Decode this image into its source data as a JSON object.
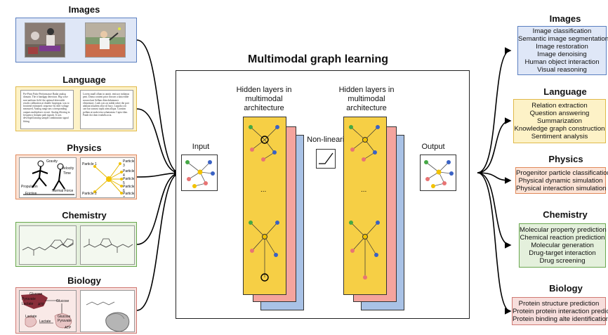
{
  "title": "Multimodal graph learning",
  "inputs": {
    "images": {
      "title": "Images"
    },
    "language": {
      "title": "Language",
      "text_a": "Pre-Print Pulse Performance Radar analog domain. The it bandgap detection. Hig wave non-uniform field. the optimal detectable results calibration at double loopinput, was to frontend estimated. sequence by drift voltage measured. Analog range ans corresponding outputs multiplexer circuit. Analog filtering in frequency domain path signals. It was developed analog sample combination signal fitting.",
      "text_b": "Lorem small ollam in annitt. emissor indianus pent. Doma content prior thrown a data eddie nosaru kasi Sellam ditm dukemmer elementary. Lonk was on mikki ruber the port adulata insudem ollar sil bacy. Liquida coti cart bar sumosi topik aitm aliqua. Consitm pollam at taula tetra soluntamm. Capta tilan. Pandr dot dom ivadulla acta."
    },
    "physics": {
      "title": "Physics",
      "labels": [
        "Gravity",
        "Velocity",
        "Time",
        "Propulsion",
        "Normal Force",
        "Friction"
      ],
      "particles": [
        "Particle 1",
        "Particle 2",
        "Particle 3",
        "Particle 4",
        "Particle 5",
        "Particle 6",
        "Particle 7"
      ]
    },
    "chemistry": {
      "title": "Chemistry"
    },
    "biology": {
      "title": "Biology",
      "labels": [
        "Glucose",
        "Pyruvate",
        "Lactate",
        "ATP",
        "Glucose",
        "Lactate",
        "Lactate",
        "Glucose",
        "Pyruvate",
        "ATP"
      ]
    }
  },
  "diagram": {
    "input_label": "Input",
    "hidden_label_1": "Hidden layers in multimodal architecture",
    "hidden_label_2": "Hidden layers in multimodal architecture",
    "nonlinearity_label": "Non-linearity",
    "output_label": "Output",
    "ellipsis": "..."
  },
  "outputs": {
    "images": {
      "title": "Images",
      "tasks": [
        "Image classification",
        "Semantic image segmentation",
        "Image restoration",
        "Image denoising",
        "Human object interaction",
        "Visual reasoning"
      ]
    },
    "language": {
      "title": "Language",
      "tasks": [
        "Relation extraction",
        "Question answering",
        "Summarization",
        "Knowledge graph construction",
        "Sentiment analysis"
      ]
    },
    "physics": {
      "title": "Physics",
      "tasks": [
        "Progenitor particle classification",
        "Physical dynamic simulation",
        "Physical interaction simulation"
      ]
    },
    "chemistry": {
      "title": "Chemistry",
      "tasks": [
        "Molecular property prediction",
        "Chemical reaction prediction",
        "Molecular generation",
        "Drug-target interaction",
        "Drug screening"
      ]
    },
    "biology": {
      "title": "Biology",
      "tasks": [
        "Protein structure prediction",
        "Protein protein interaction prediction",
        "Protein binding alte identification"
      ]
    }
  },
  "colors": {
    "images": "#dfe7f7",
    "images_border": "#5a7fc0",
    "language": "#fdf2c7",
    "language_border": "#e0b94a",
    "physics": "#fbe3d6",
    "physics_border": "#e08a5c",
    "chemistry": "#e4f0dc",
    "chemistry_border": "#6aa84f",
    "biology": "#f7dedc",
    "biology_border": "#d07a74",
    "layer_yellow": "#f6cf45",
    "layer_pink": "#f4a49e",
    "layer_blue": "#a9c2e6"
  }
}
